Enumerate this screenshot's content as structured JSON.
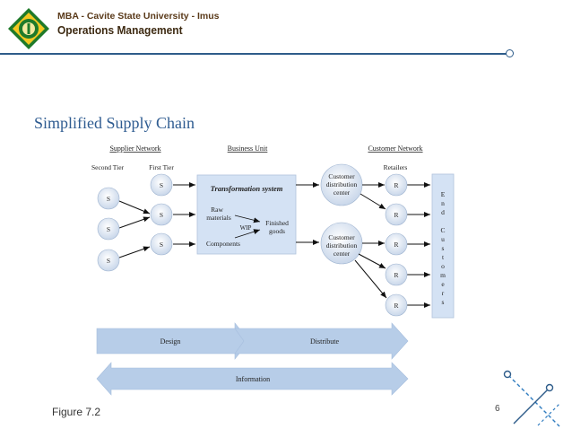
{
  "header": {
    "line1": "MBA - Cavite State University - Imus",
    "line2": "Operations Management"
  },
  "slide": {
    "title": "Simplified Supply Chain",
    "figure_label": "Figure 7.2",
    "page_number": "6"
  },
  "diagram": {
    "section_headers": {
      "supplier_network": "Supplier Network",
      "business_unit": "Business Unit",
      "customer_network": "Customer Network"
    },
    "column_labels": {
      "second_tier": "Second Tier",
      "first_tier": "First Tier",
      "retailers": "Retailers"
    },
    "supplier_node_label": "S",
    "retailer_node_label": "R",
    "transformation_title": "Transformation system",
    "raw_materials_1": "Raw",
    "raw_materials_2": "materials",
    "wip": "WIP",
    "finished_1": "Finished",
    "finished_2": "goods",
    "components": "Components",
    "dc_1": "Customer",
    "dc_2": "distribution",
    "dc_3": "center",
    "end_customers_letters": [
      "E",
      "n",
      "d",
      "",
      "C",
      "u",
      "s",
      "t",
      "o",
      "m",
      "e",
      "r",
      "s"
    ],
    "design": "Design",
    "distribute": "Distribute",
    "information": "Information"
  },
  "colors": {
    "title_blue": "#2f5c91",
    "header_rule": "#2e5c8a",
    "box_fill": "#d4e2f4",
    "arrow_fill": "#b7cde8"
  }
}
